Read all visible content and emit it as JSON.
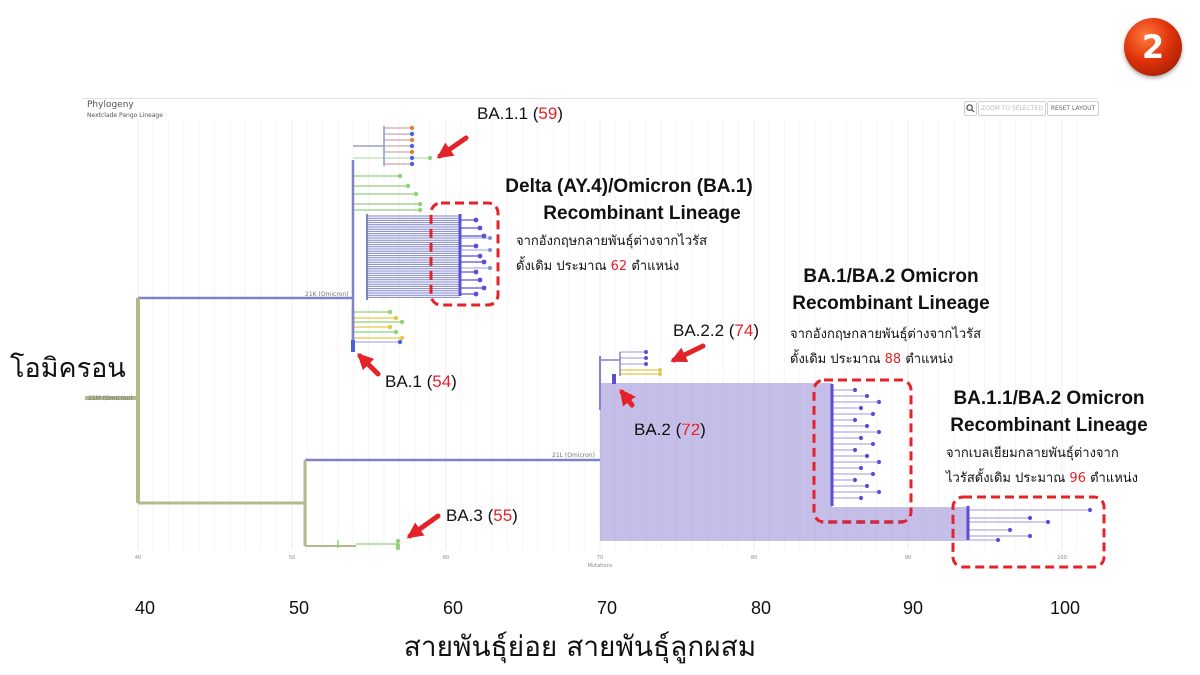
{
  "badge": "2",
  "panel": {
    "title": "Phylogeny",
    "subtitle": "Nextclade Pango Lineage",
    "zoom_label": "ZOOM TO SELECTED",
    "reset_label": "RESET LAYOUT",
    "search_icon": "search-icon",
    "axis_caption": "Mutations",
    "small_ticks": [
      "40",
      "50",
      "60",
      "70",
      "80",
      "90",
      "100"
    ],
    "node_labels": [
      "21K (Omicron)",
      "21M (Omicron)",
      "21L (Omicron)"
    ]
  },
  "labels": {
    "ba11": {
      "name": "BA.1.1 (",
      "count": "59",
      "close": ")"
    },
    "ba1": {
      "name": "BA.1 (",
      "count": "54",
      "close": ")"
    },
    "ba22": {
      "name": "BA.2.2 (",
      "count": "74",
      "close": ")"
    },
    "ba2": {
      "name": "BA.2 (",
      "count": "72",
      "close": ")"
    },
    "ba3": {
      "name": "BA.3 (",
      "count": "55",
      "close": ")"
    }
  },
  "recombinants": {
    "delta": {
      "line1": "Delta (AY.4)/Omicron (BA.1)",
      "line2": "Recombinant Lineage",
      "desc1": "จากอังกฤษกลายพันธุ์ต่างจากไวรัส",
      "desc2a": "ดั้งเดิม ประมาณ ",
      "desc2num": "62",
      "desc2b": " ตำแหน่ง"
    },
    "ba1ba2": {
      "line1": "BA.1/BA.2 Omicron",
      "line2": "Recombinant Lineage",
      "desc1": "จากอังกฤษกลายพันธุ์ต่างจากไวรัส",
      "desc2a": "ดั้งเดิม ประมาณ ",
      "desc2num": "88",
      "desc2b": " ตำแหน่ง"
    },
    "ba11ba2": {
      "line1": "BA.1.1/BA.2 Omicron",
      "line2": "Recombinant Lineage",
      "desc1": "จากเบลเยียมกลายพันธุ์ต่างจาก",
      "desc2a": "ไวรัสดั้งเดิม ประมาณ ",
      "desc2num": "96",
      "desc2b": " ตำแหน่ง"
    }
  },
  "omicron_label": "โอมิครอน",
  "x_axis_ticks": [
    "40",
    "50",
    "60",
    "70",
    "80",
    "90",
    "100"
  ],
  "x_axis_title": "สายพันธุ์ย่อย สายพันธุ์ลูกผสม",
  "colors": {
    "trunk": "#b5b98a",
    "omicron_blue": "#7f84c8",
    "ba2_purple": "#8a7ed0",
    "node_dot": "#5b4fd6",
    "green": "#8fd17a",
    "yellow": "#e3c64a",
    "orange": "#e0833a",
    "red_highlight": "#e4222a"
  }
}
